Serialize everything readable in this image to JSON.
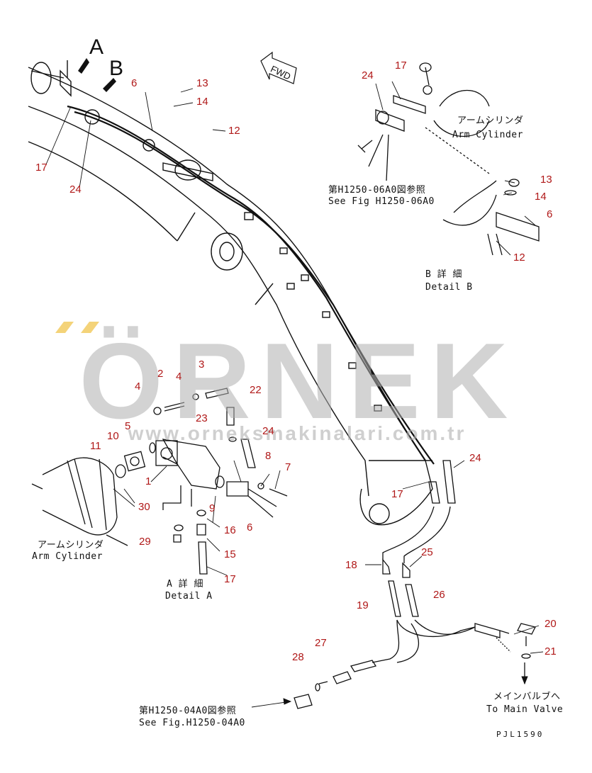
{
  "view_labels": {
    "a": "A",
    "b": "B"
  },
  "fwd": "FWD",
  "part_numbers": {
    "p1": "1",
    "p2": "2",
    "p3": "3",
    "p4a": "4",
    "p4b": "4",
    "p5": "5",
    "p6a": "6",
    "p6b": "6",
    "p6c": "6",
    "p7": "7",
    "p8": "8",
    "p9": "9",
    "p10": "10",
    "p11": "11",
    "p12a": "12",
    "p12b": "12",
    "p13a": "13",
    "p13b": "13",
    "p14a": "14",
    "p14b": "14",
    "p15": "15",
    "p16": "16",
    "p17a": "17",
    "p17b": "17",
    "p17c": "17",
    "p17d": "17",
    "p18": "18",
    "p19": "19",
    "p20": "20",
    "p21": "21",
    "p22": "22",
    "p23": "23",
    "p24a": "24",
    "p24b": "24",
    "p24c": "24",
    "p24d": "24",
    "p25": "25",
    "p26": "26",
    "p27": "27",
    "p28": "28",
    "p29": "29",
    "p30": "30"
  },
  "notes": {
    "see_06_jp": "第H1250-06A0図参照",
    "see_06_en": "See Fig H1250-06A0",
    "see_04_jp": "第H1250-04A0図参照",
    "see_04_en": "See Fig.H1250-04A0",
    "arm_cyl_jp_top": "アームシリンダ",
    "arm_cyl_en_top": "Arm Cylinder",
    "arm_cyl_jp_left": "アームシリンダ",
    "arm_cyl_en_left": "Arm Cylinder",
    "detail_b_jp": "B 詳 細",
    "detail_b_en": "Detail B",
    "detail_a_jp": "A 詳 細",
    "detail_a_en": "Detail A",
    "main_valve_jp": "メインバルブへ",
    "main_valve_en": "To Main Valve",
    "code": "PJL1590"
  },
  "watermark": {
    "brand": "ÖRNEK",
    "url": "www.orneksmakinalari.com.tr"
  },
  "colors": {
    "label": "#b01818",
    "line": "#111111",
    "watermark": "#b4b4b4",
    "accent": "#f0c040"
  }
}
